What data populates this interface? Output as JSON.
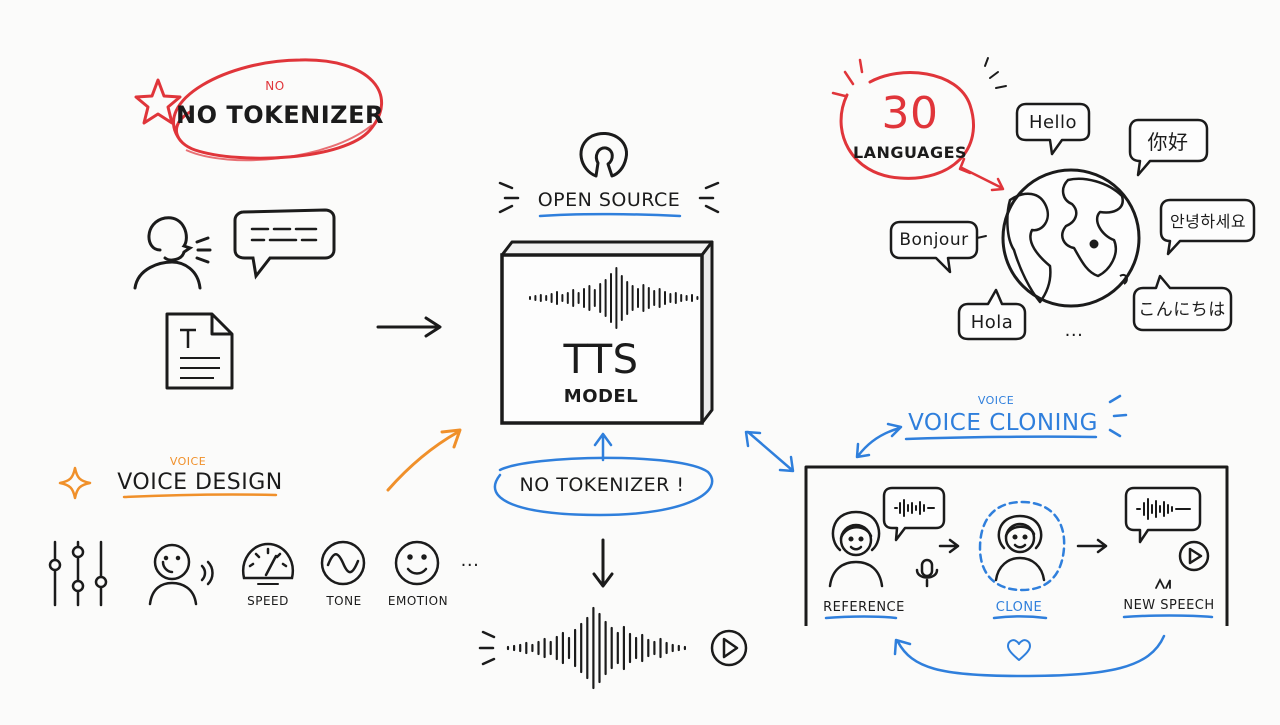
{
  "colors": {
    "ink": "#1b1b1b",
    "red": "#e0353a",
    "blue": "#2f7fdc",
    "orange": "#f0902a",
    "paper": "#fbfbfa"
  },
  "no_tokenizer_badge": {
    "small": "NO",
    "label": "NO TOKENIZER",
    "icon": "star-icon"
  },
  "open_source": {
    "label": "OPEN SOURCE",
    "icon": "open-source-icon"
  },
  "tts_model": {
    "title": "TTS",
    "subtitle": "MODEL"
  },
  "center_badge": {
    "label": "NO TOKENIZER !"
  },
  "languages": {
    "count": "30",
    "label": "LANGUAGES",
    "greetings": [
      "Hello",
      "你好",
      "안녕하세요",
      "Bonjour",
      "Hola",
      "こんにちは"
    ],
    "more": "..."
  },
  "voice_design": {
    "small": "VOICE",
    "label": "VOICE DESIGN",
    "controls": [
      "SPEED",
      "TONE",
      "EMOTION"
    ],
    "more": "..."
  },
  "voice_cloning": {
    "small": "VOICE",
    "label": "VOICE CLONING",
    "steps": [
      "REFERENCE",
      "CLONE",
      "NEW SPEECH"
    ]
  }
}
